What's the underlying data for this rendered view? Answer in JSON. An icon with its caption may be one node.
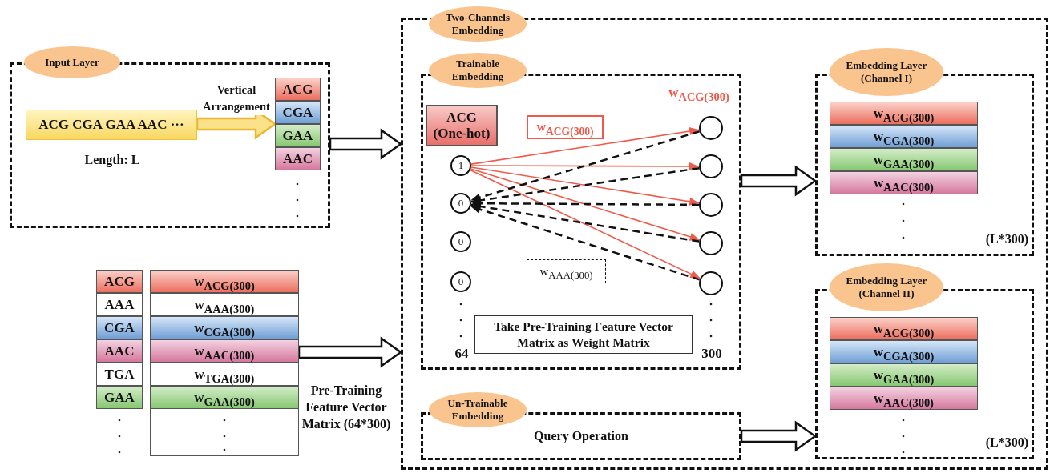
{
  "diagram": {
    "nodes": [
      {
        "text": [
          "Input Layer"
        ]
      },
      {
        "text": [
          "ACG CGA GAA AAC ···"
        ],
        "in": 0,
        "beside": [
          "Length: L"
        ]
      },
      {
        "text": [],
        "shape": "box",
        "in": 0
      },
      {
        "text": [
          "ACG"
        ],
        "in": 2
      },
      {
        "text": [
          "CGA"
        ],
        "in": 2
      },
      {
        "text": [
          "GAA"
        ],
        "in": 2
      },
      {
        "text": [
          "AAC"
        ],
        "in": 2
      },
      {
        "text": [
          "ACG"
        ]
      },
      {
        "text": [
          "AAA"
        ]
      },
      {
        "text": [
          "CGA"
        ]
      },
      {
        "text": [
          "AAC"
        ]
      },
      {
        "text": [
          "TGA"
        ]
      },
      {
        "text": [
          "GAA"
        ]
      },
      {
        "text": [],
        "shape": "box",
        "beside": [
          "Pre-Training Feature Vector Matrix (64*300)"
        ]
      },
      {
        "text": [
          "w$_{ACG(300)}$"
        ],
        "in": 13
      },
      {
        "text": [
          "w$_{AAA(300)}$"
        ],
        "in": 13
      },
      {
        "text": [
          "w$_{CGA(300)}$"
        ],
        "in": 13
      },
      {
        "text": [
          "w$_{AAC(300)}$"
        ],
        "in": 13
      },
      {
        "text": [
          "w$_{TGA(300)}$"
        ],
        "in": 13
      },
      {
        "text": [
          "w$_{GAA(300)}$"
        ],
        "in": 13
      },
      {
        "text": [
          "Two-Channels Embedding"
        ]
      },
      {
        "text": [
          "Trainable Embedding"
        ],
        "in": 20
      },
      {
        "text": [
          "ACG (One-hot)"
        ],
        "in": 21
      },
      {
        "text": [
          "w$_{ACG(300)}$"
        ],
        "in": 21
      },
      {
        "text": [
          "1"
        ],
        "in": 21
      },
      {
        "text": [
          "0"
        ],
        "in": 21
      },
      {
        "text": [
          "0"
        ],
        "in": 21
      },
      {
        "text": [
          "0"
        ],
        "in": 21
      },
      {
        "text": [
          "w$_{AAA(300)}$"
        ],
        "in": 21
      },
      {
        "text": [
          "Take Pre-Training Feature Vector Matrix as Weight Matrix"
        ],
        "in": 21
      },
      {
        "text": [],
        "shape": "circle",
        "in": 21
      },
      {
        "text": [],
        "shape": "circle",
        "in": 21
      },
      {
        "text": [],
        "shape": "circle",
        "in": 21
      },
      {
        "text": [],
        "shape": "circle",
        "in": 21
      },
      {
        "text": [],
        "shape": "circle",
        "in": 21
      },
      {
        "text": [
          "Un-Trainable Embedding",
          "Query Operation"
        ],
        "in": 20
      },
      {
        "text": [
          "Embedding Layer (Channel I)",
          "(L*300)"
        ],
        "in": 20
      },
      {
        "text": [
          "w$_{ACG(300)}$"
        ],
        "in": 36
      },
      {
        "text": [
          "w$_{CGA(300)}$"
        ],
        "in": 36
      },
      {
        "text": [
          "w$_{GAA(300)}$"
        ],
        "in": 36
      },
      {
        "text": [
          "w$_{AAC(300)}$"
        ],
        "in": 36
      },
      {
        "text": [
          "Embedding Layer (Channel II)",
          "(L*300)"
        ],
        "in": 20
      },
      {
        "text": [
          "w$_{ACG(300)}$"
        ],
        "in": 41
      },
      {
        "text": [
          "w$_{CGA(300)}$"
        ],
        "in": 41
      },
      {
        "text": [
          "w$_{GAA(300)}$"
        ],
        "in": 41
      },
      {
        "text": [
          "w$_{AAC(300)}$"
        ],
        "in": 41
      }
    ],
    "edges": [
      {
        "from": 1,
        "to": 2,
        "arrow": "to",
        "label": "Vertical Arrangement",
        "style": "thick",
        "color": "#e8b830"
      },
      {
        "from": 0,
        "to": 20,
        "arrow": "to",
        "style": "thick"
      },
      {
        "from": 13,
        "to": 20,
        "arrow": "to",
        "style": "thick"
      },
      {
        "from": 21,
        "to": 36,
        "arrow": "to",
        "style": "thick"
      },
      {
        "from": 35,
        "to": 41,
        "arrow": "to",
        "style": "thick"
      },
      {
        "from": 24,
        "to": 30,
        "arrow": "to",
        "color": "#f05a4a"
      },
      {
        "from": 24,
        "to": 31,
        "arrow": "to",
        "color": "#f05a4a"
      },
      {
        "from": 24,
        "to": 32,
        "arrow": "to",
        "color": "#f05a4a"
      },
      {
        "from": 24,
        "to": 33,
        "arrow": "to",
        "color": "#f05a4a"
      },
      {
        "from": 24,
        "to": 34,
        "arrow": "to",
        "color": "#f05a4a"
      },
      {
        "from": 30,
        "to": 25,
        "arrow": "to",
        "style": "dashed",
        "color": "#111111"
      },
      {
        "from": 31,
        "to": 25,
        "arrow": "to",
        "style": "dashed",
        "color": "#111111"
      },
      {
        "from": 32,
        "to": 25,
        "arrow": "to",
        "style": "dashed",
        "color": "#111111"
      },
      {
        "from": 33,
        "to": 25,
        "arrow": "to",
        "style": "dashed",
        "color": "#111111"
      },
      {
        "from": 34,
        "to": 25,
        "arrow": "to",
        "style": "dashed",
        "color": "#111111"
      }
    ],
    "labels": [
      "w$_{ACG(300)}$",
      "64",
      "300"
    ]
  }
}
